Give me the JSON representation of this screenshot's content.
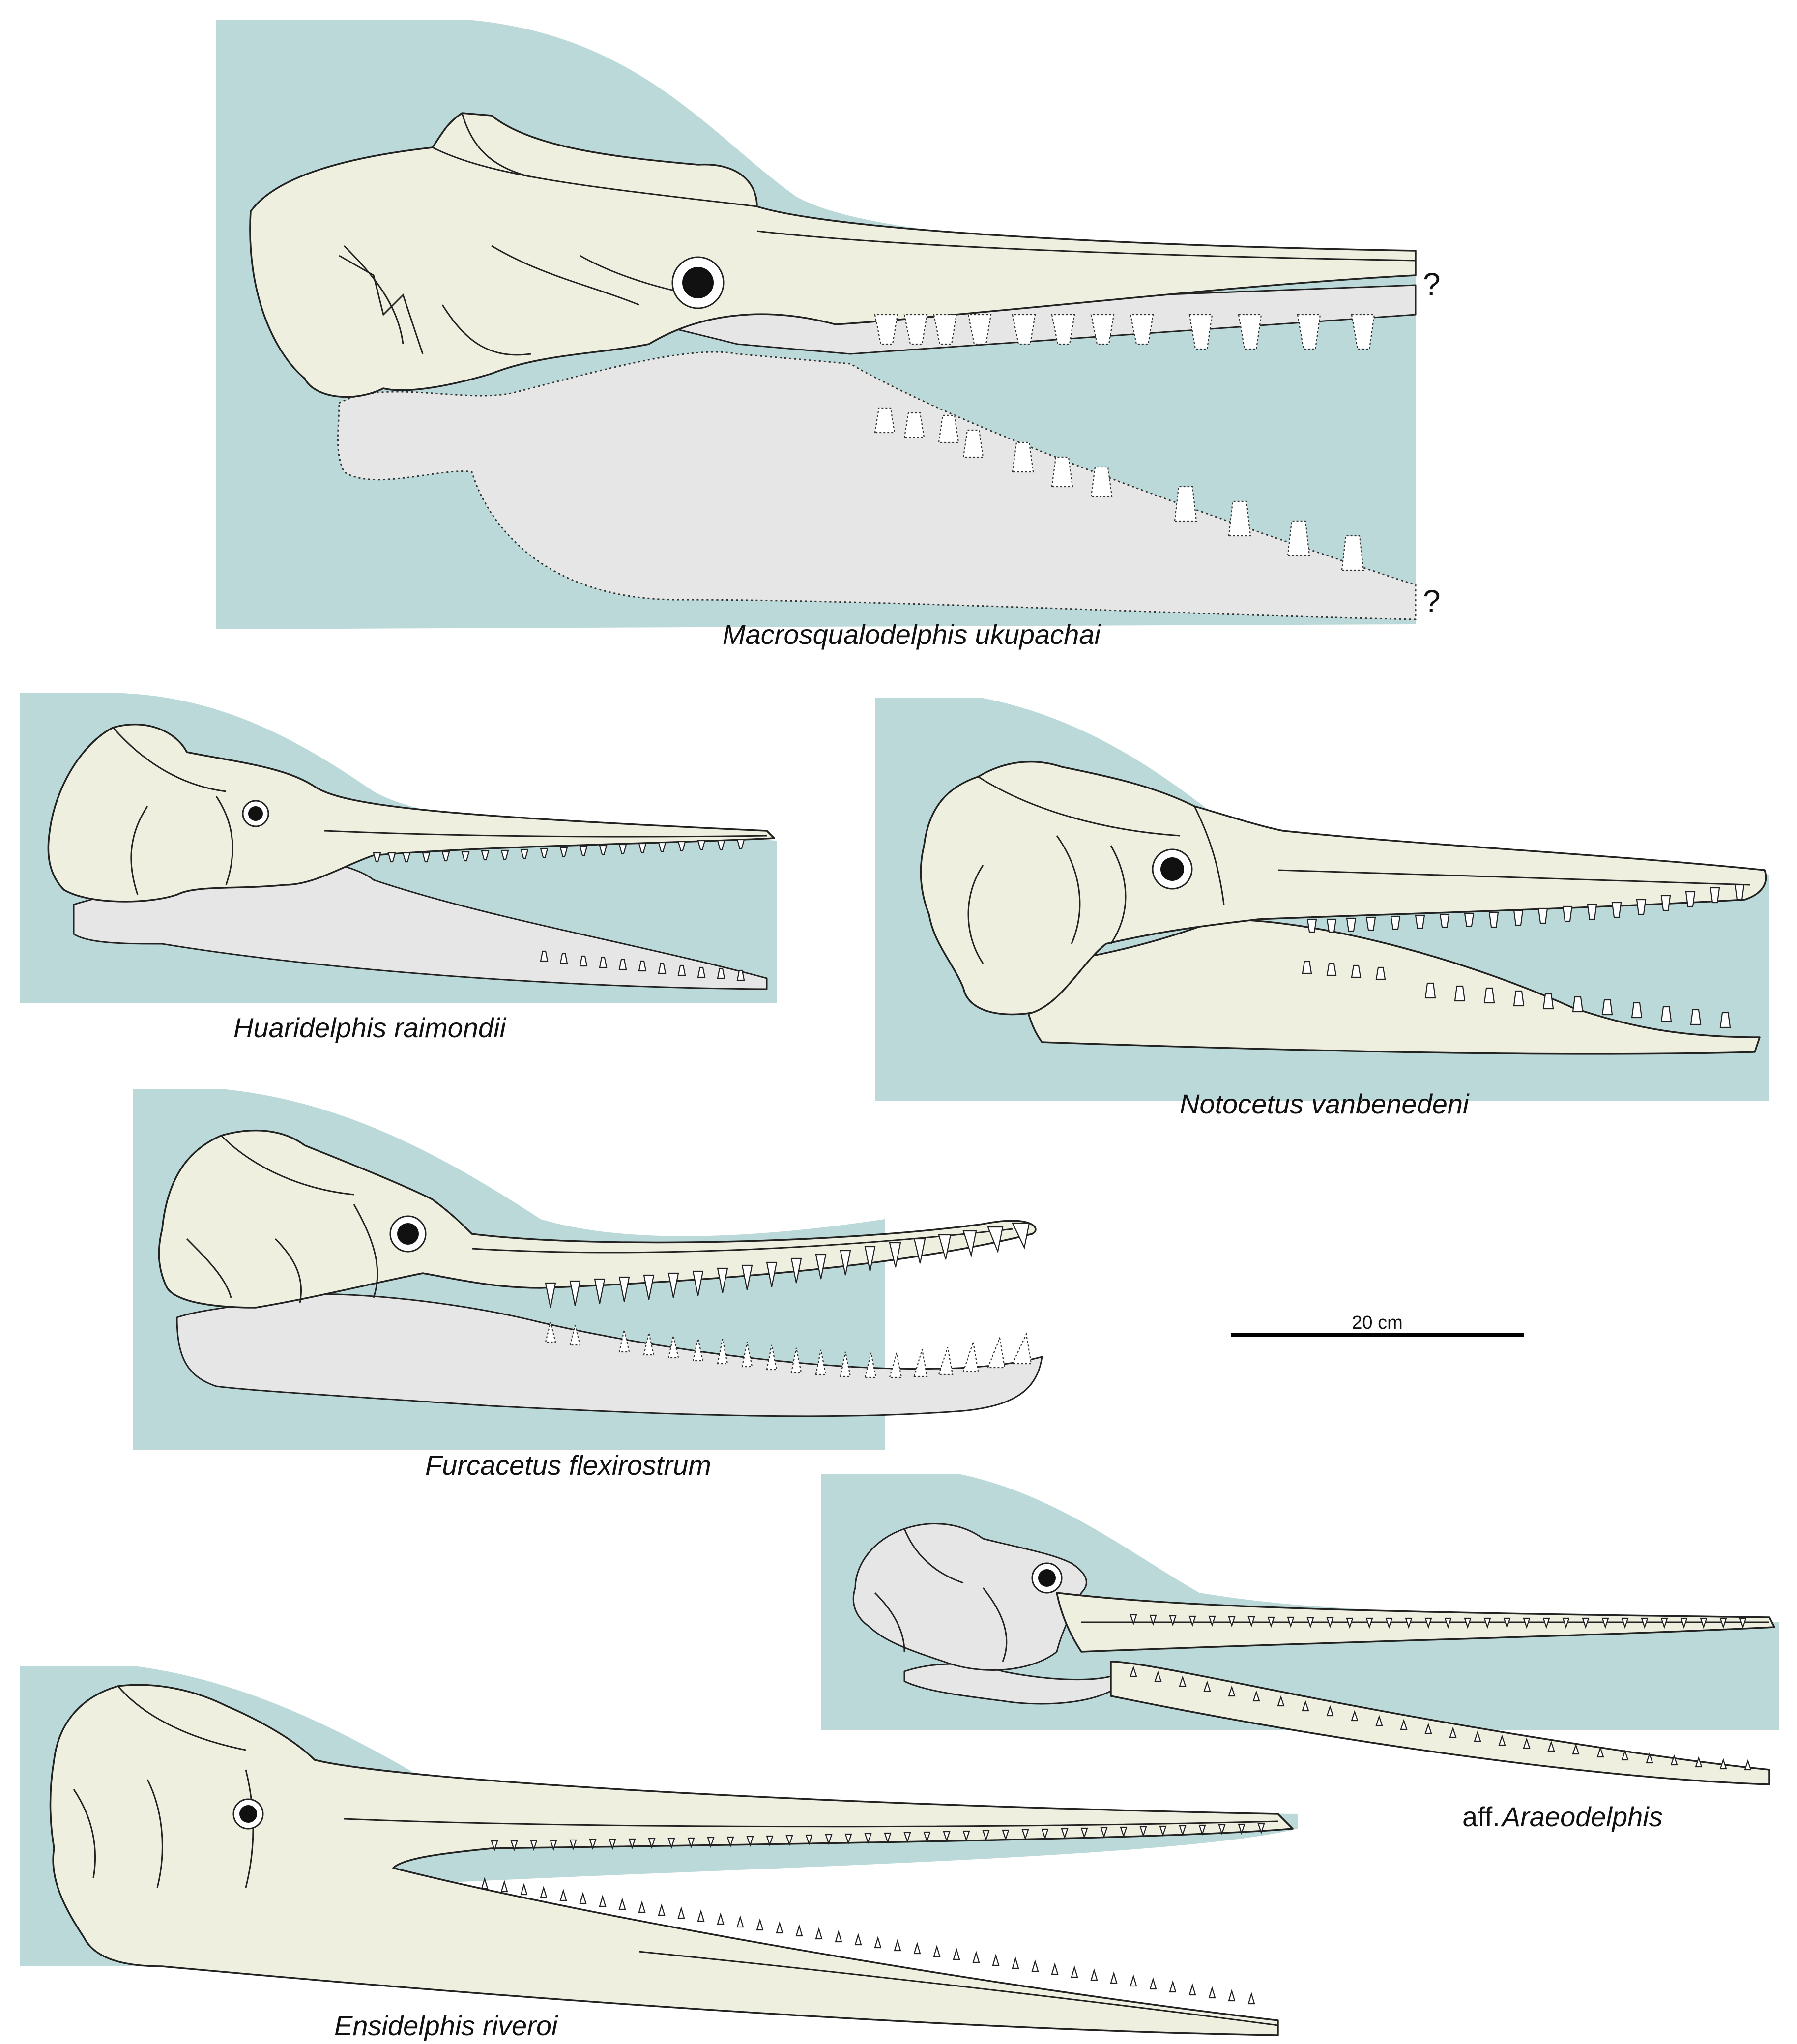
{
  "colors": {
    "flesh": "#bcd9d9",
    "bone": "#efefe0",
    "jaw_reconstructed": "#e6e6e6",
    "eye": "#111111",
    "outline": "#222222"
  },
  "specimens": [
    {
      "id": "macrosqualodelphis",
      "genus_species": "Macrosqualodelphis ukupachai",
      "uncertainty_marks": [
        "?",
        "?"
      ]
    },
    {
      "id": "huaridelphis",
      "genus_species": "Huaridelphis  raimondii"
    },
    {
      "id": "notocetus",
      "genus_species": "Notocetus vanbenedeni"
    },
    {
      "id": "furcacetus",
      "genus_species": "Furcacetus flexirostrum"
    },
    {
      "id": "araeodelphis",
      "prefix": "aff.",
      "genus_species": "Araeodelphis"
    },
    {
      "id": "ensidelphis",
      "genus_species": "Ensidelphis riveroi"
    }
  ],
  "scale_bar": {
    "label": "20 cm"
  }
}
